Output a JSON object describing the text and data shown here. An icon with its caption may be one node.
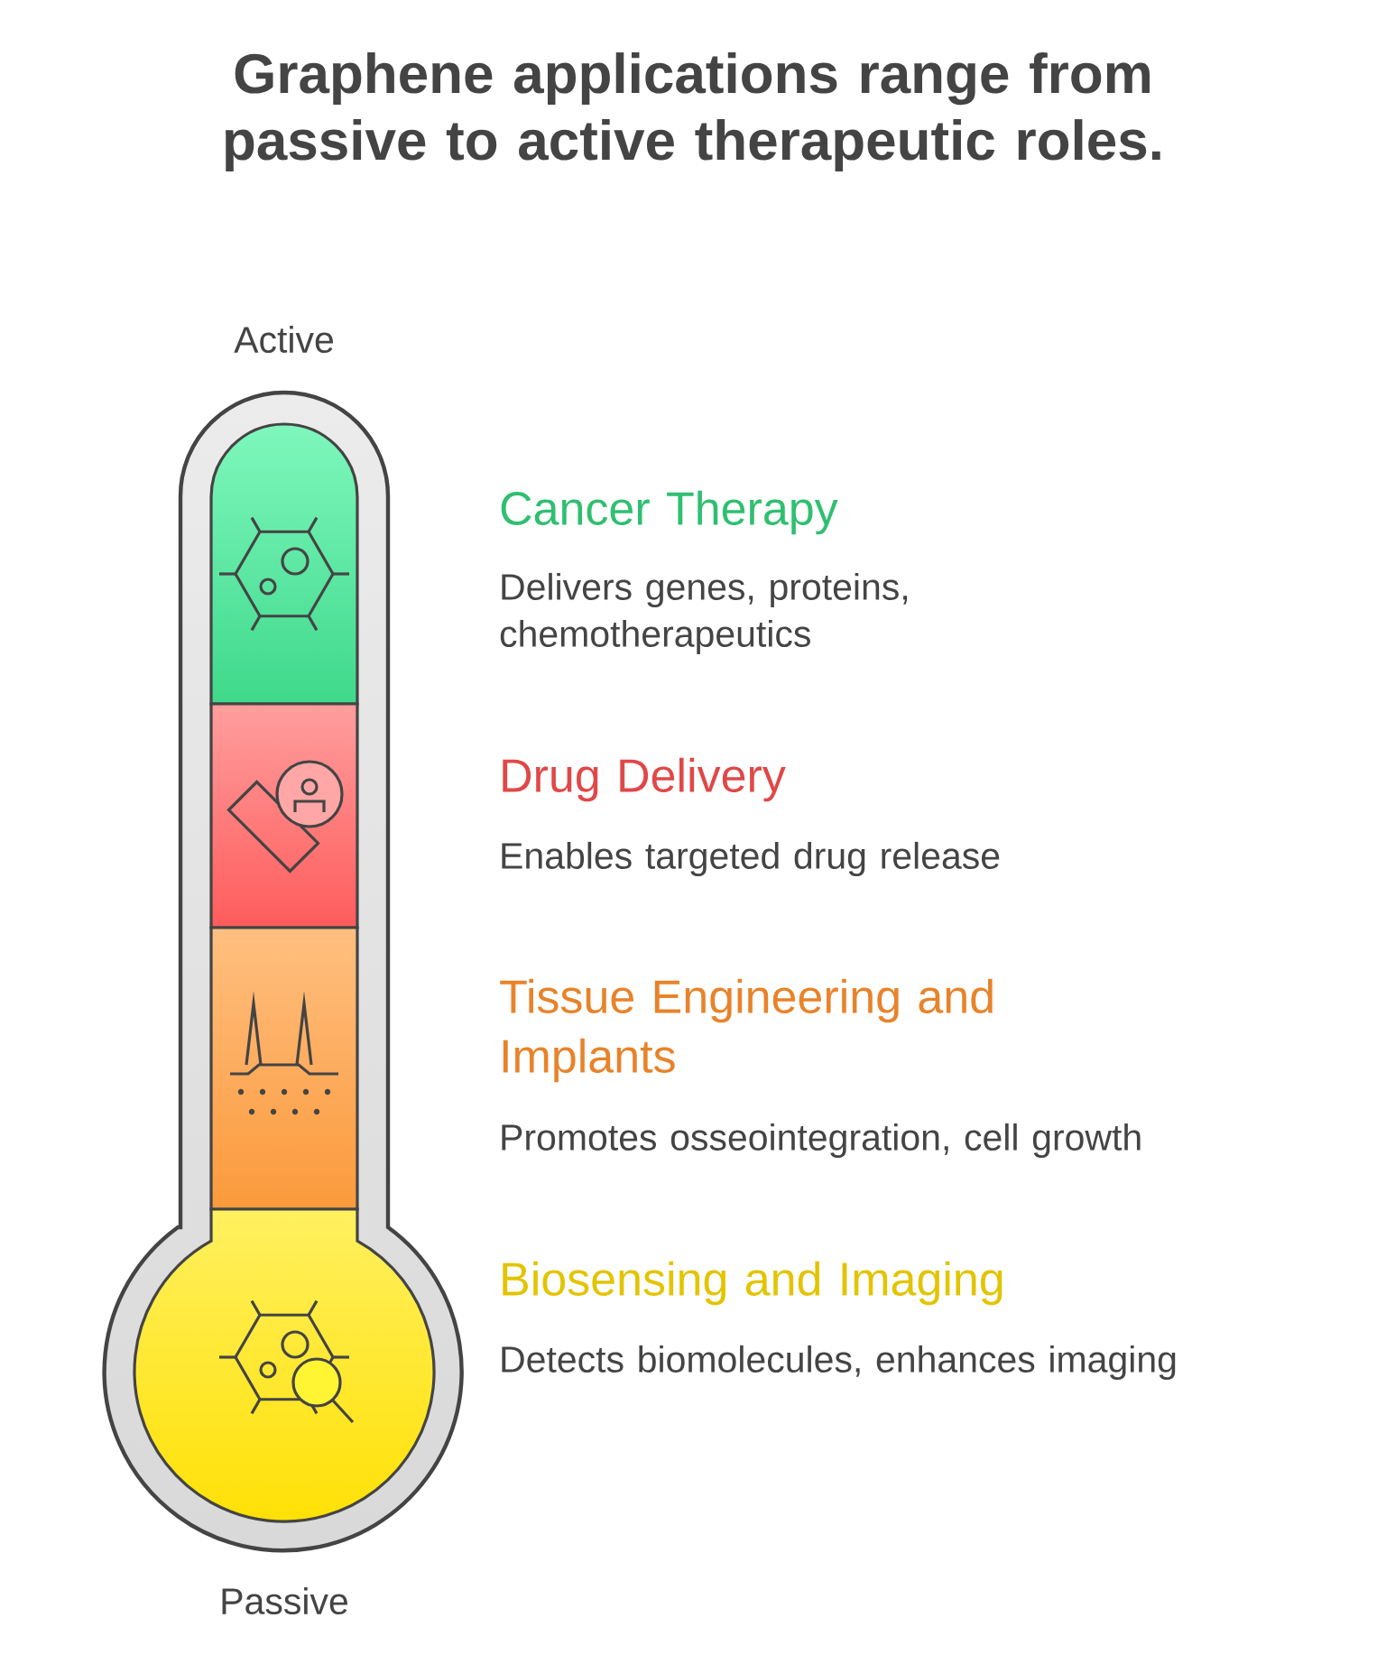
{
  "diagram": {
    "title": "Graphene applications range from passive to active therapeutic roles.",
    "nodes": [
      {
        "text": [],
        "shape": "bar",
        "beside": [
          "Cancer Therapy",
          "Delivers genes, proteins, chemotherapeutics"
        ]
      },
      {
        "text": [],
        "shape": "bar",
        "beside": [
          "Drug Delivery",
          "Enables targeted drug release"
        ]
      },
      {
        "text": [],
        "shape": "bar",
        "beside": [
          "Tissue Engineering and Implants",
          "Promotes osseointegration, cell growth"
        ]
      },
      {
        "text": [],
        "shape": "bulb",
        "beside": [
          "Biosensing and Imaging",
          "Detects biomolecules, enhances imaging"
        ]
      }
    ],
    "labels": [
      "Active",
      "Passive"
    ]
  }
}
